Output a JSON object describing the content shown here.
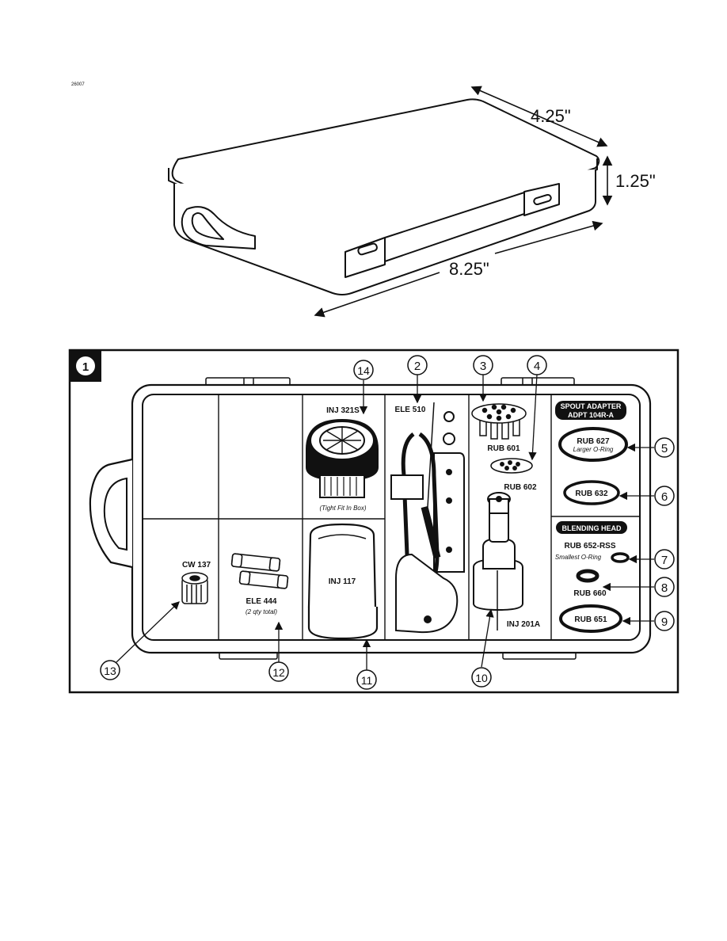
{
  "doc_id": "26007",
  "dimensions": {
    "width": "4.25\"",
    "height": "1.25\"",
    "length": "8.25\""
  },
  "figure_number": "1",
  "headers": {
    "spout": [
      "SPOUT ADAPTER",
      "ADPT 104R-A"
    ],
    "blending": "BLENDING HEAD"
  },
  "parts": {
    "cw137": "CW 137",
    "ele444": "ELE 444",
    "ele444_note": "(2 qty total)",
    "inj321s": "INJ 321S",
    "inj321s_note": "(Tight Fit In Box)",
    "inj117": "INJ 117",
    "ele510": "ELE 510",
    "rub601": "RUB 601",
    "rub602": "RUB 602",
    "inj201a": "INJ 201A",
    "rub627": "RUB 627",
    "rub627_note": "Larger O-Ring",
    "rub632": "RUB 632",
    "rub652": "RUB 652-RSS",
    "rub652_note": "Smallest O-Ring",
    "rub660": "RUB 660",
    "rub651": "RUB 651"
  },
  "callouts": [
    "1",
    "2",
    "3",
    "4",
    "5",
    "6",
    "7",
    "8",
    "9",
    "10",
    "11",
    "12",
    "13",
    "14"
  ]
}
